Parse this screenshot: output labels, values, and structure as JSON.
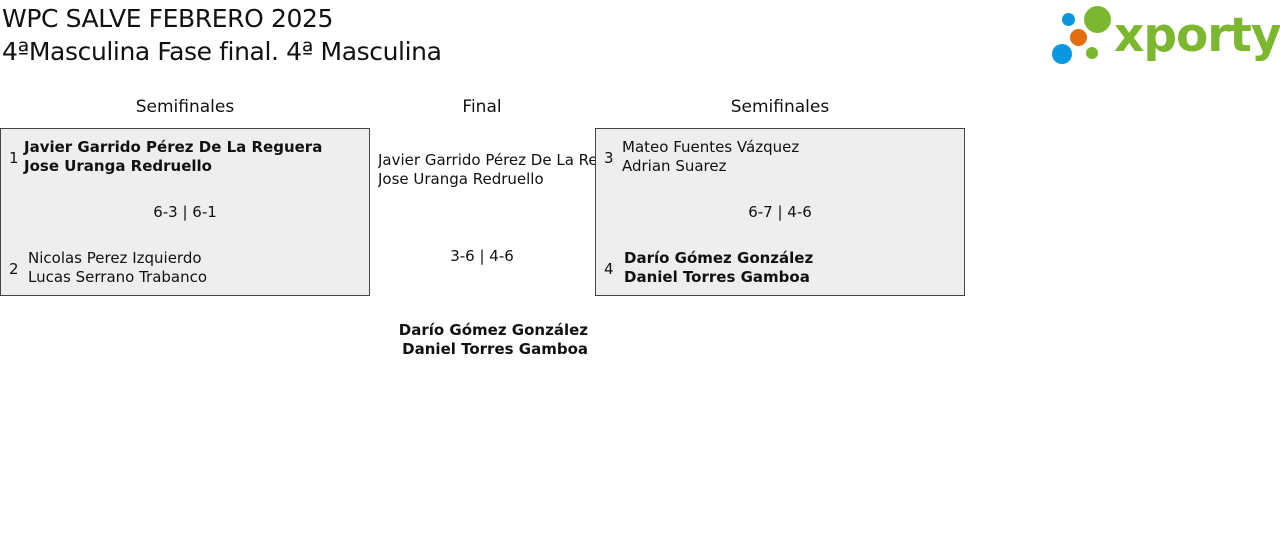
{
  "header": {
    "line1": "WPC SALVE FEBRERO 2025",
    "line2": "4ªMasculina Fase final. 4ª Masculina"
  },
  "logo": {
    "text": "xporty",
    "colors": {
      "green": "#7cb82f",
      "blue": "#0a97dd",
      "orange": "#e36e10"
    }
  },
  "columns": {
    "left": "Semifinales",
    "center": "Final",
    "right": "Semifinales"
  },
  "semifinal_left": {
    "top": {
      "seed": "1",
      "player1": "Javier Garrido Pérez De La Reguera",
      "player2": "Jose Uranga Redruello",
      "winner": true
    },
    "score": "6-3 | 6-1",
    "bottom": {
      "seed": "2",
      "player1": "Nicolas Perez Izquierdo",
      "player2": "Lucas Serrano Trabanco",
      "winner": false
    }
  },
  "final": {
    "top": {
      "player1": "Javier Garrido Pérez De La Reguera",
      "player2": "Jose Uranga Redruello",
      "winner": false
    },
    "score": "3-6 | 4-6",
    "bottom": {
      "player1": "Darío Gómez González",
      "player2": "Daniel Torres Gamboa",
      "winner": true
    }
  },
  "semifinal_right": {
    "top": {
      "seed": "3",
      "player1": "Mateo Fuentes Vázquez",
      "player2": "Adrian Suarez",
      "winner": false
    },
    "score": "6-7 | 4-6",
    "bottom": {
      "seed": "4",
      "player1": "Darío Gómez González",
      "player2": "Daniel Torres Gamboa",
      "winner": true
    }
  }
}
